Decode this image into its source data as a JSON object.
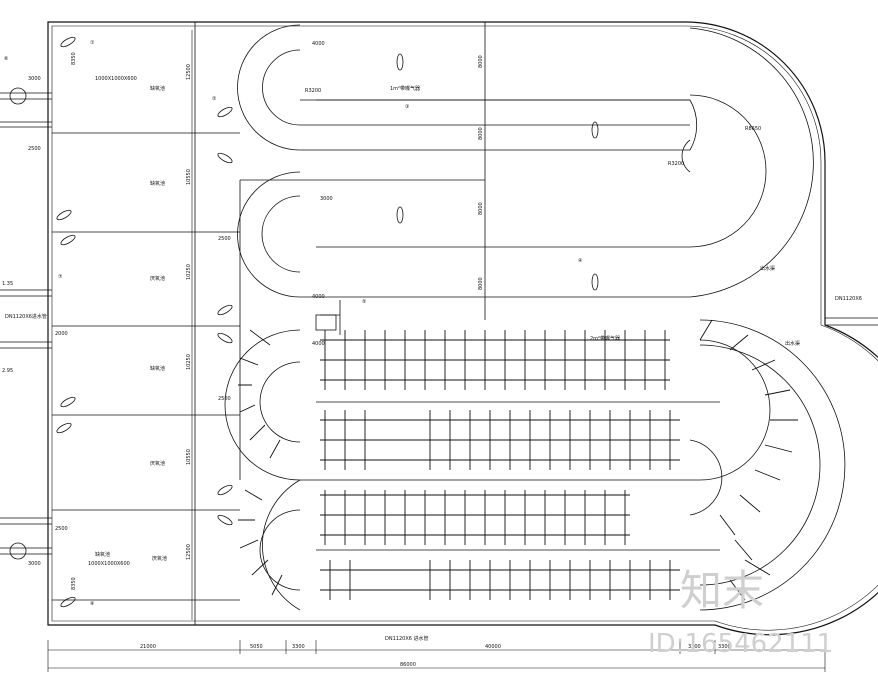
{
  "labels": {
    "upper_tank_labels": [
      "1000X1000X600",
      "缺氧池",
      "厌氧池",
      "厌氧池"
    ],
    "lower_tank_labels": [
      "1000X1000X600",
      "缺氧池",
      "厌氧池"
    ],
    "middle_labels": [
      "缺氧池",
      "厌氧池",
      "缺氧池",
      "厌氧池"
    ],
    "aerator_upper": "1m²带曝气器",
    "aerator_lower": "2m²带曝气器",
    "outlet_pipe": "DN1120X6",
    "bottom_pipe": "DN1120X6 进水管",
    "right_label": "出水渠",
    "left_side_pipe": "DN1120X6进水管",
    "radii": [
      "R3200",
      "R8650",
      "R3200"
    ]
  },
  "dimensions": {
    "top": [
      "4000",
      "3000",
      "4000",
      "4000"
    ],
    "left_vertical": [
      "8350",
      "12500",
      "10550",
      "10250",
      "10250",
      "10550",
      "12500",
      "8350"
    ],
    "middle_vertical": [
      "8000",
      "8000",
      "8000",
      "8000"
    ],
    "left_side": [
      "3000",
      "2500",
      "2500",
      "2500",
      "2000",
      "2500",
      "3000"
    ],
    "left_side_small": [
      "1.35",
      "2.95"
    ],
    "bottom": [
      "21000",
      "5050",
      "3300",
      "40000",
      "3300",
      "3300"
    ],
    "total": "86000"
  },
  "callouts": [
    "①",
    "②",
    "③",
    "④",
    "⑤",
    "⑥",
    "⑦",
    "⑧"
  ],
  "watermark": {
    "logo": "知末",
    "id_text": "ID:165462111"
  }
}
